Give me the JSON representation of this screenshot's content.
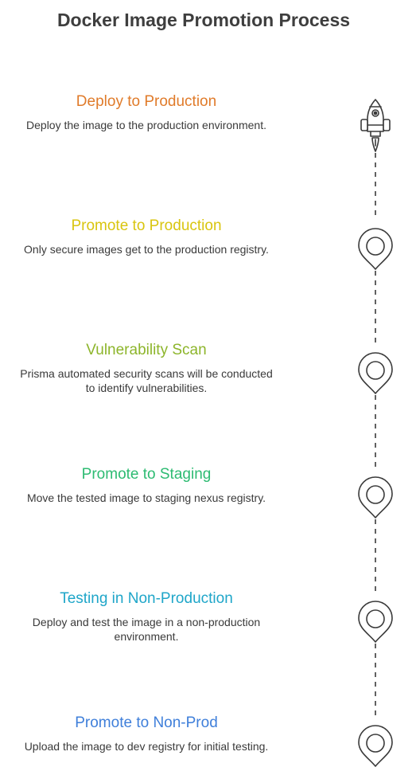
{
  "title": "Docker Image Promotion Process",
  "steps": [
    {
      "title": "Deploy to Production",
      "description": "Deploy the image to the production environment.",
      "color": "#E07B2A",
      "icon": "rocket-icon"
    },
    {
      "title": "Promote to Production",
      "description": "Only secure images get to the production registry.",
      "color": "#D9C50F",
      "icon": "location-pin-icon"
    },
    {
      "title": "Vulnerability Scan",
      "description": "Prisma automated security scans will be conducted\nto identify vulnerabilities.",
      "color": "#8DB52B",
      "icon": "location-pin-icon"
    },
    {
      "title": "Promote to Staging",
      "description": "Move the tested image to staging nexus registry.",
      "color": "#2DBB72",
      "icon": "location-pin-icon"
    },
    {
      "title": "Testing in Non-Production",
      "description": "Deploy and test the image in a non-production\nenvironment.",
      "color": "#1FA6C9",
      "icon": "location-pin-icon"
    },
    {
      "title": "Promote to Non-Prod",
      "description": "Upload the image to dev registry for initial testing.",
      "color": "#3F7FDA",
      "icon": "location-pin-icon"
    }
  ]
}
